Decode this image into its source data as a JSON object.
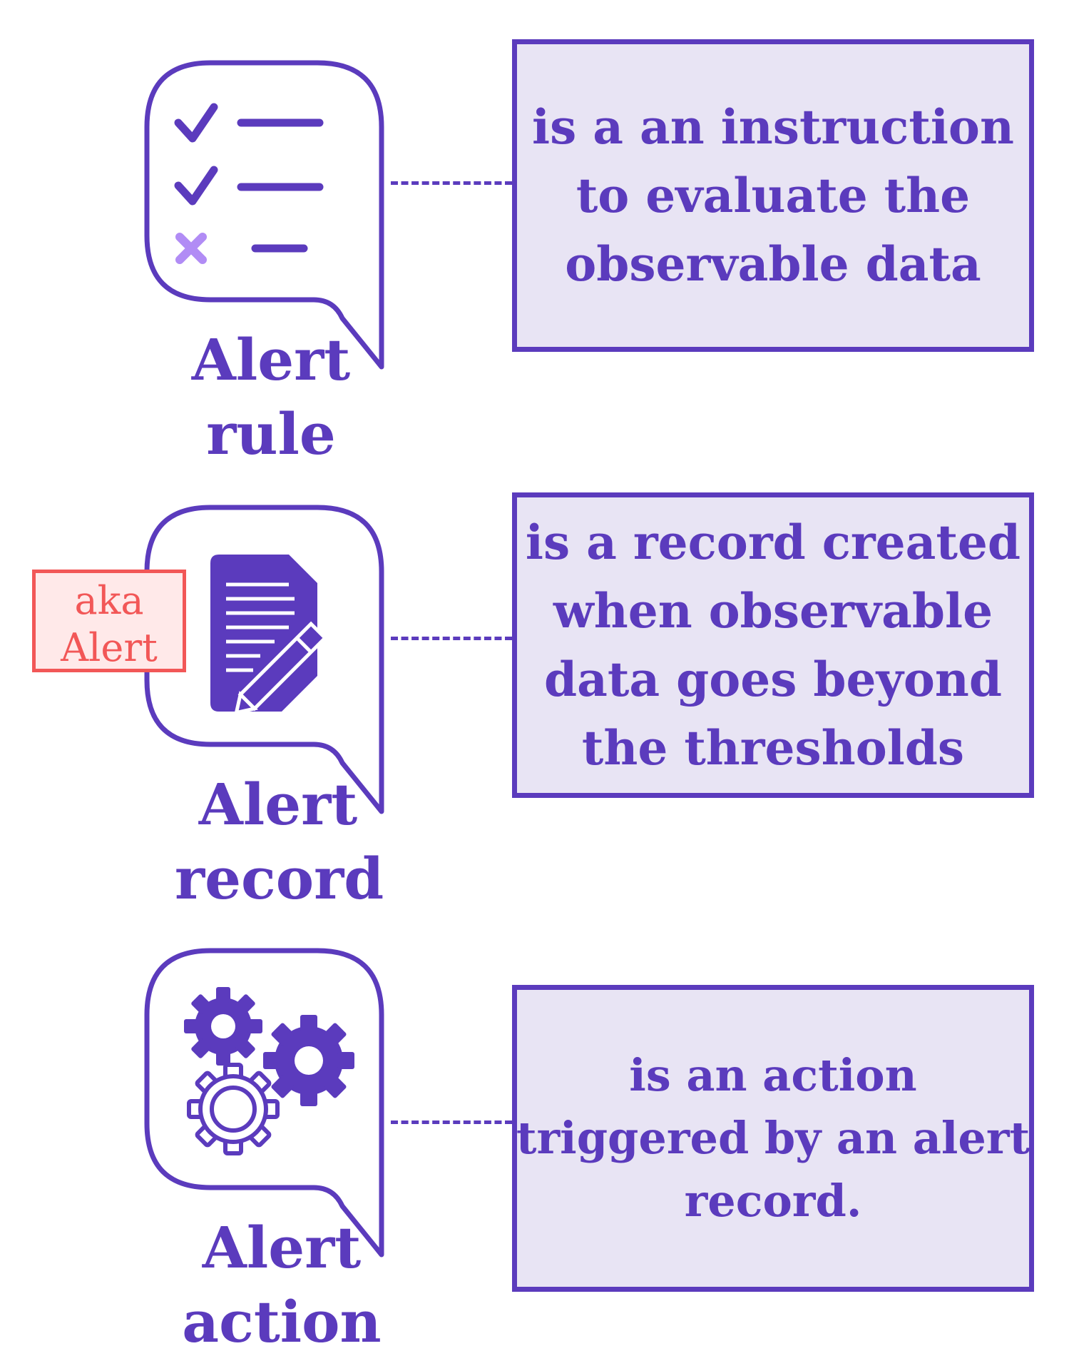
{
  "colors": {
    "primary": "#5b3bbd",
    "box_fill": "#e8e4f4",
    "aka_border": "#f25757",
    "aka_fill": "#ffe9e9",
    "cross": "#b18cf5"
  },
  "rows": [
    {
      "icon": "checklist-icon",
      "label_lines": [
        "Alert",
        "rule"
      ],
      "description_lines": [
        "is a an instruction",
        "to evaluate the",
        "observable data"
      ]
    },
    {
      "icon": "document-edit-icon",
      "label_lines": [
        "Alert",
        "record"
      ],
      "description_lines": [
        "is a record created",
        "when observable",
        "data goes beyond",
        "the thresholds"
      ],
      "aka_lines": [
        "aka",
        "Alert"
      ]
    },
    {
      "icon": "gears-icon",
      "label_lines": [
        "Alert",
        "action"
      ],
      "description_lines": [
        "is an action",
        "triggered by an alert",
        "record."
      ]
    }
  ]
}
